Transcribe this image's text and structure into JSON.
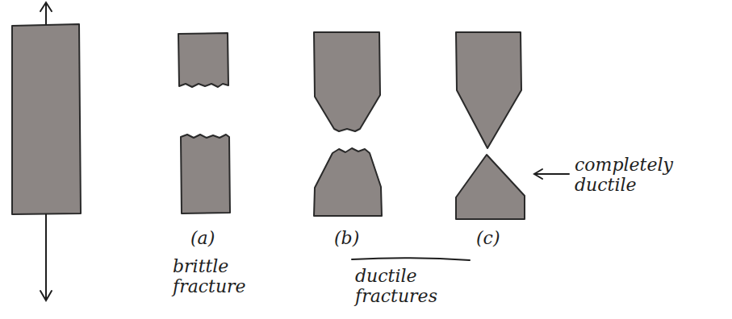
{
  "diagram": {
    "labels": [
      "(a)",
      "(b)",
      "(c)",
      "brittle fracture",
      "ductile fractures",
      "completely ductile"
    ]
  }
}
